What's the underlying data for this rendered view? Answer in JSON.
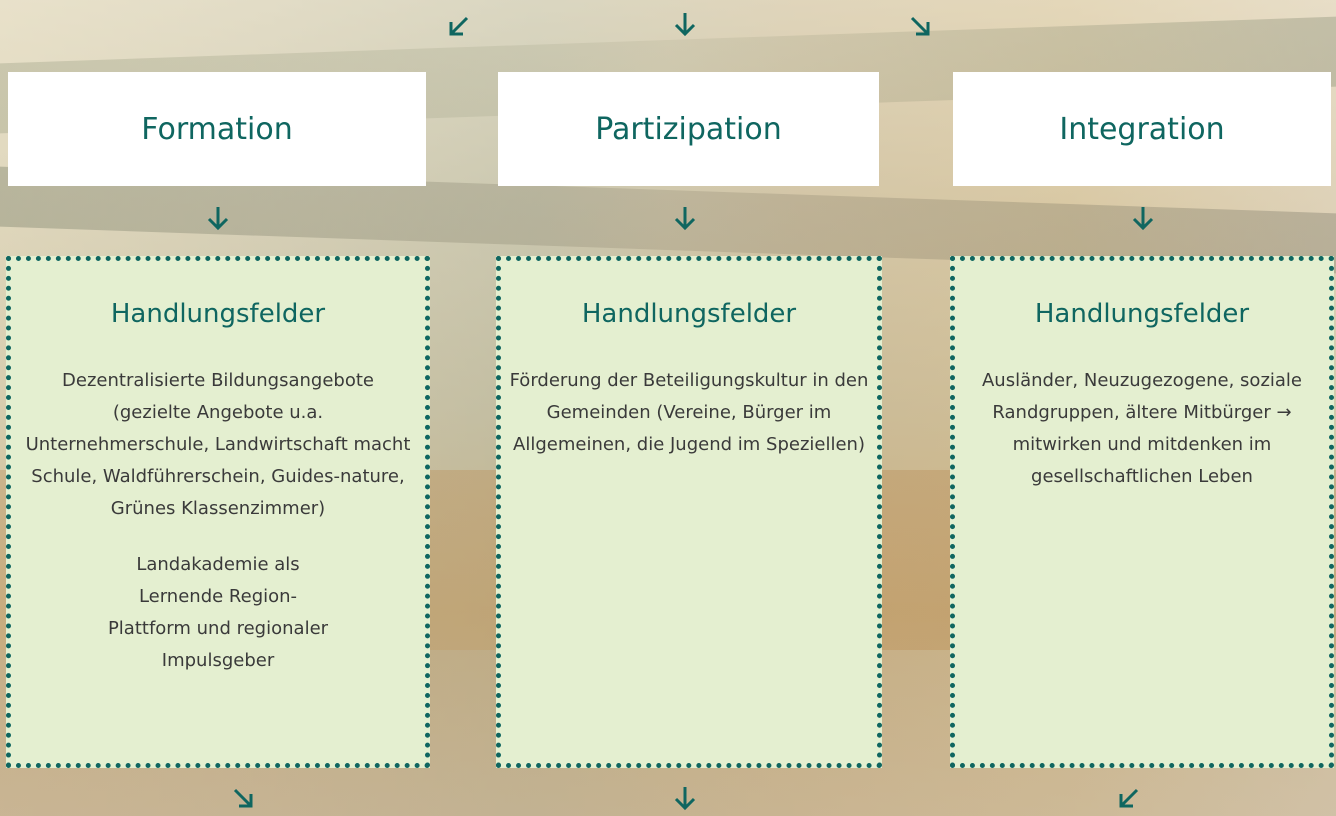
{
  "columns": [
    {
      "title": "Formation",
      "panel_heading": "Handlungsfelder",
      "paragraphs": [
        "Dezentralisierte Bildungsangebote (gezielte Angebote u.a. Unternehmerschule, Landwirtschaft macht Schule, Waldführerschein, Guides-nature, Grünes Klassenzimmer)",
        "Landakademie als Lernende Region-Plattform und regionaler Impulsgeber"
      ]
    },
    {
      "title": "Partizipation",
      "panel_heading": "Handlungsfelder",
      "paragraphs": [
        "Förderung der Beteiligungskultur in den Gemeinden (Vereine, Bürger im Allgemeinen, die Jugend im Speziellen)"
      ]
    },
    {
      "title": "Integration",
      "panel_heading": "Handlungsfelder",
      "paragraphs": [
        "Ausländer, Neuzugezogene, soziale Randgruppen, ältere Mitbürger → mitwirken und mitdenken im gesellschaftlichen Leben"
      ]
    }
  ],
  "colors": {
    "accent": "#0f6660",
    "panel_bg": "#e4efd0",
    "box_bg": "#ffffff"
  }
}
